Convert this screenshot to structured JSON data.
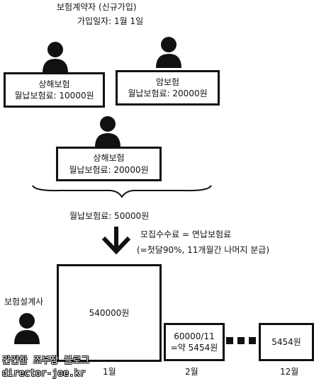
{
  "header": {
    "title": "보험계약자 (신규가입)",
    "join_date": "가입일자: 1월 1일"
  },
  "policies": [
    {
      "name": "상해보험",
      "premium": "월납보험료: 10000원"
    },
    {
      "name": "암보험",
      "premium": "월납보험료: 20000원"
    },
    {
      "name": "상해보험",
      "premium": "월납보험료: 20000원"
    }
  ],
  "total": "월납보험료: 50000원",
  "commission": {
    "line1": "모집수수료 = 연납보험료",
    "line2": "(=첫달90%, 11개월간 나머지 분급)"
  },
  "agent": "보험설계사",
  "payments": {
    "month1_amount": "540000원",
    "month2_line1": "60000/11",
    "month2_line2": "=약 5454원",
    "month12_amount": "5454원"
  },
  "months": [
    "1월",
    "2월",
    "12월"
  ],
  "watermark": {
    "line1": "간간한 조부장 블로그",
    "line2": "director-joe.kr"
  }
}
